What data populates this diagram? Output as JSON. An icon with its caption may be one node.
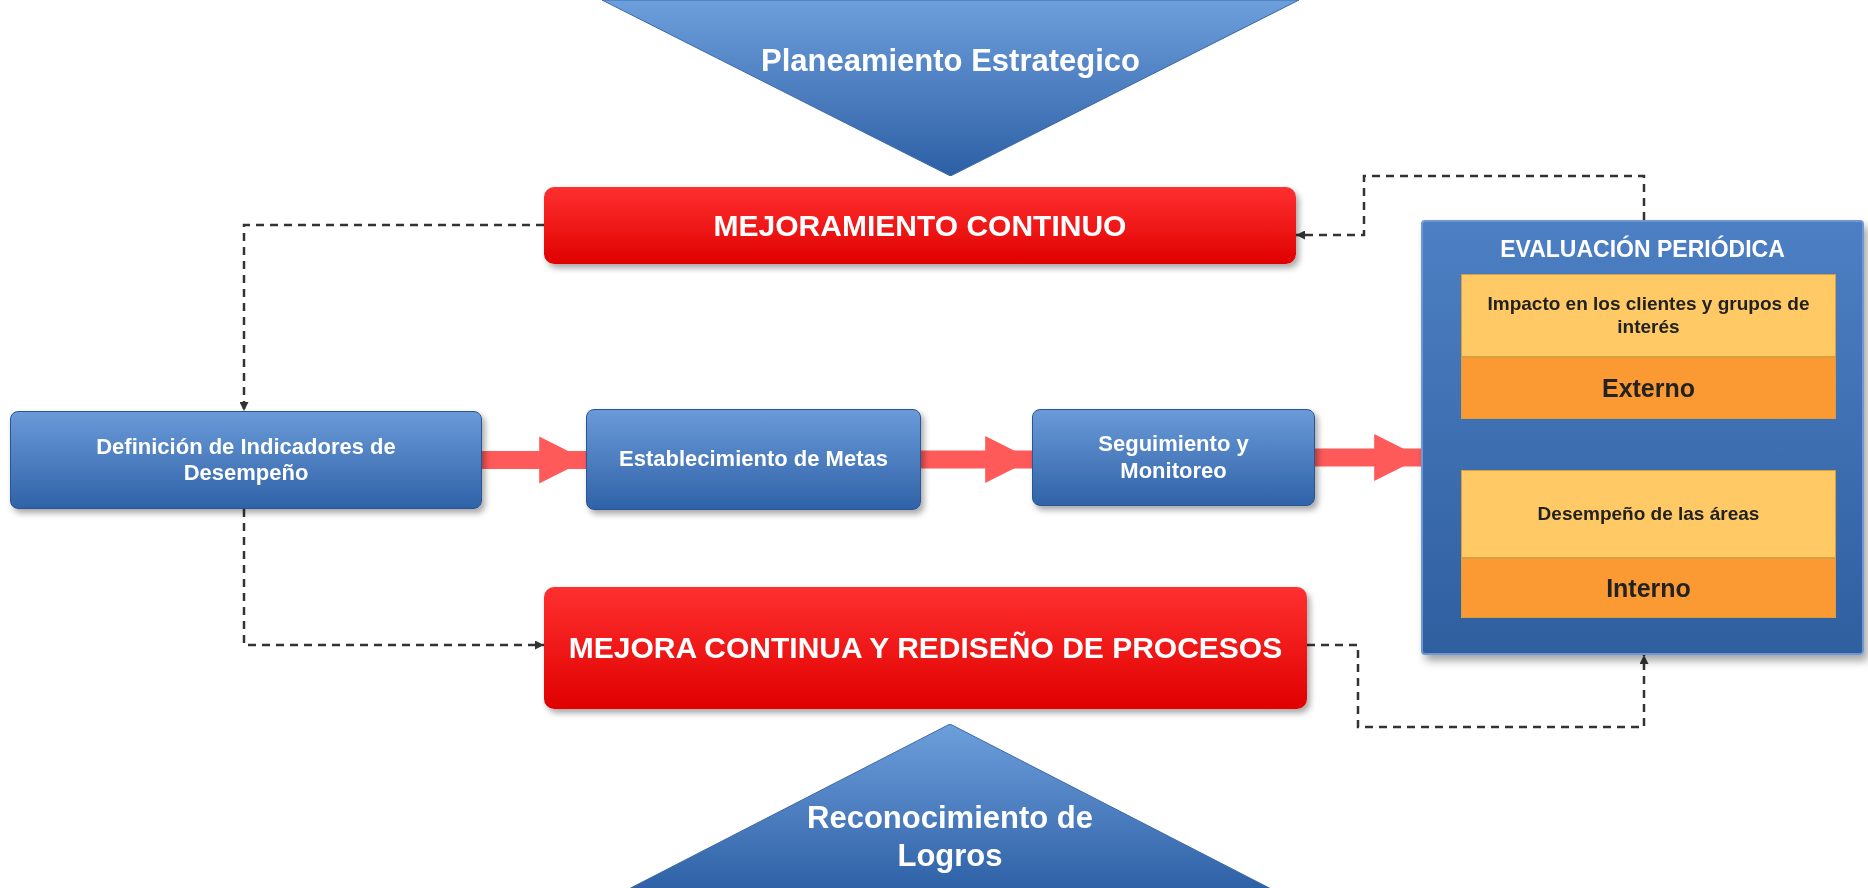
{
  "diagram": {
    "nodes": [
      {
        "text": [
          "Planeamiento Estrategico"
        ]
      },
      {
        "text": [
          "MEJORAMIENTO CONTINUO"
        ]
      },
      {
        "text": [
          "Definición de Indicadores de Desempeño"
        ]
      },
      {
        "text": [
          "Establecimiento de Metas"
        ]
      },
      {
        "text": [
          "Seguimiento y Monitoreo"
        ]
      },
      {
        "text": [
          "EVALUACIÓN PERIÓDICA"
        ]
      },
      {
        "text": [
          "Impacto en los clientes y grupos de interés"
        ],
        "in": 5
      },
      {
        "text": [
          "Externo"
        ],
        "in": 5
      },
      {
        "text": [
          "Desempeño de las áreas"
        ],
        "in": 5
      },
      {
        "text": [
          "Interno"
        ],
        "in": 5
      },
      {
        "text": [
          "MEJORA CONTINUA Y REDISEÑO DE PROCESOS"
        ]
      },
      {
        "text": [
          "Reconocimiento de Logros"
        ]
      }
    ],
    "edges": [
      {
        "from": 1,
        "to": 2,
        "arrow": "to",
        "style": "dashed"
      },
      {
        "from": 2,
        "to": 10,
        "arrow": "to",
        "style": "dashed"
      },
      {
        "from": 2,
        "to": 3,
        "arrow": "to",
        "style": "thick",
        "color": "#ff5a5a"
      },
      {
        "from": 3,
        "to": 4,
        "arrow": "to",
        "style": "thick",
        "color": "#ff5a5a"
      },
      {
        "from": 4,
        "to": 5,
        "arrow": "to",
        "style": "thick",
        "color": "#ff5a5a"
      },
      {
        "from": 10,
        "to": 5,
        "arrow": "to",
        "style": "dashed"
      },
      {
        "from": 5,
        "to": 1,
        "arrow": "to",
        "style": "dashed"
      }
    ]
  }
}
